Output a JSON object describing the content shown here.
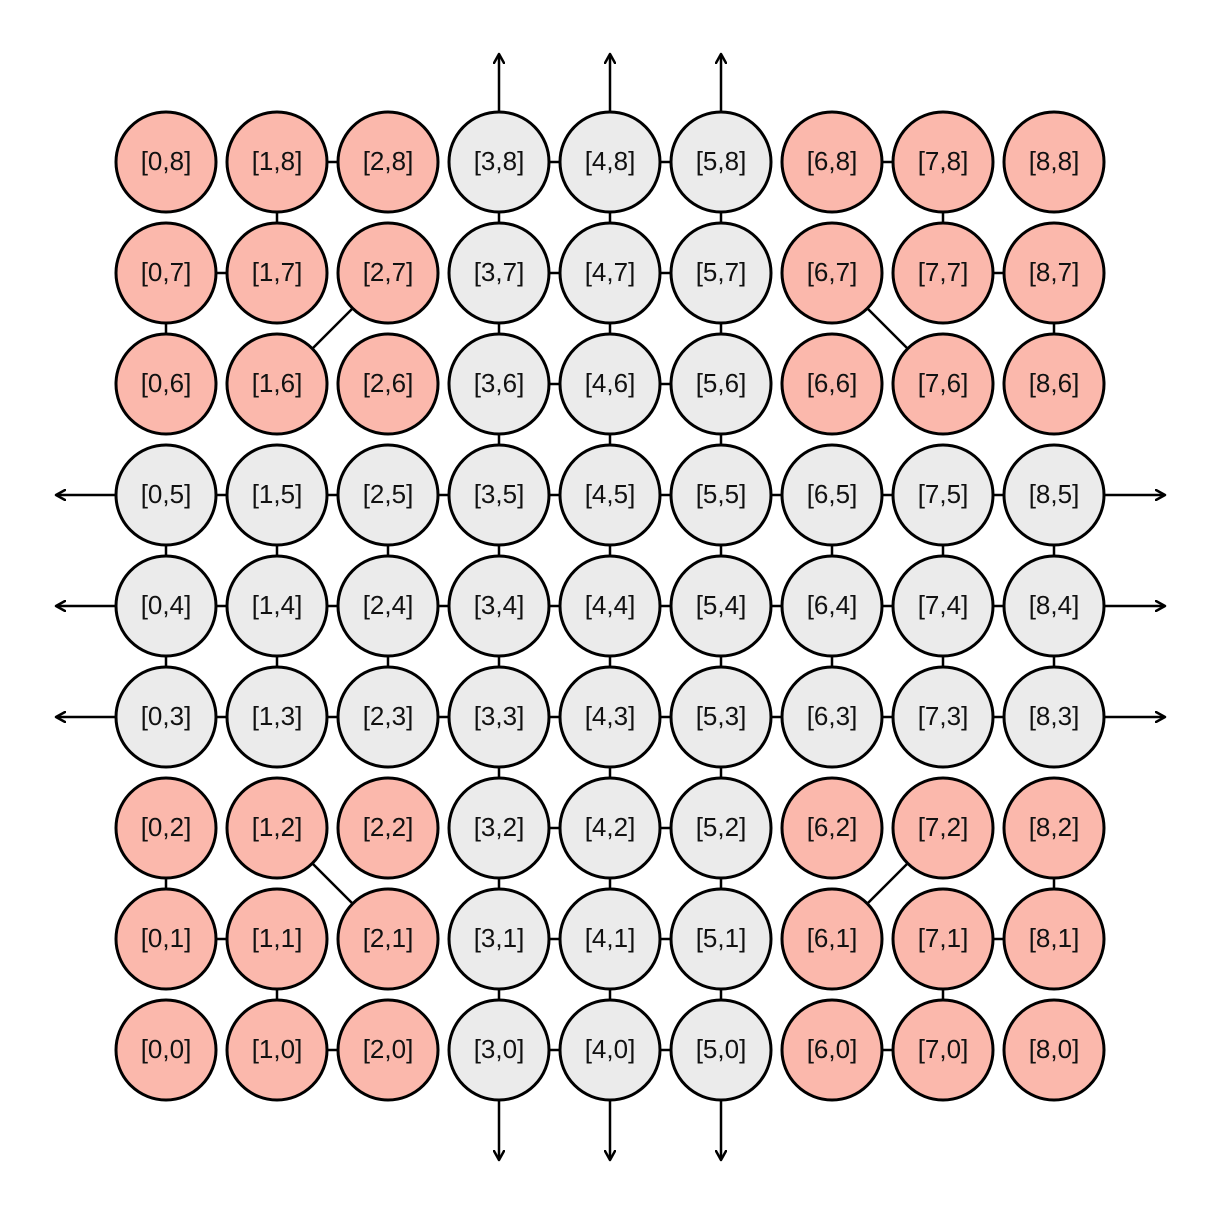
{
  "colors": {
    "corner_fill": "#fbb8ac",
    "center_fill": "#ebebeb",
    "stroke": "#000000",
    "background": "#ffffff"
  },
  "grid": {
    "columns": 9,
    "rows": 9,
    "nodes": [
      {
        "label": "[0,8]",
        "col": 0,
        "row": 8,
        "region": "corner"
      },
      {
        "label": "[1,8]",
        "col": 1,
        "row": 8,
        "region": "corner"
      },
      {
        "label": "[2,8]",
        "col": 2,
        "row": 8,
        "region": "corner"
      },
      {
        "label": "[3,8]",
        "col": 3,
        "row": 8,
        "region": "center"
      },
      {
        "label": "[4,8]",
        "col": 4,
        "row": 8,
        "region": "center"
      },
      {
        "label": "[5,8]",
        "col": 5,
        "row": 8,
        "region": "center"
      },
      {
        "label": "[6,8]",
        "col": 6,
        "row": 8,
        "region": "corner"
      },
      {
        "label": "[7,8]",
        "col": 7,
        "row": 8,
        "region": "corner"
      },
      {
        "label": "[8,8]",
        "col": 8,
        "row": 8,
        "region": "corner"
      },
      {
        "label": "[0,7]",
        "col": 0,
        "row": 7,
        "region": "corner"
      },
      {
        "label": "[1,7]",
        "col": 1,
        "row": 7,
        "region": "corner"
      },
      {
        "label": "[2,7]",
        "col": 2,
        "row": 7,
        "region": "corner"
      },
      {
        "label": "[3,7]",
        "col": 3,
        "row": 7,
        "region": "center"
      },
      {
        "label": "[4,7]",
        "col": 4,
        "row": 7,
        "region": "center"
      },
      {
        "label": "[5,7]",
        "col": 5,
        "row": 7,
        "region": "center"
      },
      {
        "label": "[6,7]",
        "col": 6,
        "row": 7,
        "region": "corner"
      },
      {
        "label": "[7,7]",
        "col": 7,
        "row": 7,
        "region": "corner"
      },
      {
        "label": "[8,7]",
        "col": 8,
        "row": 7,
        "region": "corner"
      },
      {
        "label": "[0,6]",
        "col": 0,
        "row": 6,
        "region": "corner"
      },
      {
        "label": "[1,6]",
        "col": 1,
        "row": 6,
        "region": "corner"
      },
      {
        "label": "[2,6]",
        "col": 2,
        "row": 6,
        "region": "corner"
      },
      {
        "label": "[3,6]",
        "col": 3,
        "row": 6,
        "region": "center"
      },
      {
        "label": "[4,6]",
        "col": 4,
        "row": 6,
        "region": "center"
      },
      {
        "label": "[5,6]",
        "col": 5,
        "row": 6,
        "region": "center"
      },
      {
        "label": "[6,6]",
        "col": 6,
        "row": 6,
        "region": "corner"
      },
      {
        "label": "[7,6]",
        "col": 7,
        "row": 6,
        "region": "corner"
      },
      {
        "label": "[8,6]",
        "col": 8,
        "row": 6,
        "region": "corner"
      },
      {
        "label": "[0,5]",
        "col": 0,
        "row": 5,
        "region": "center"
      },
      {
        "label": "[1,5]",
        "col": 1,
        "row": 5,
        "region": "center"
      },
      {
        "label": "[2,5]",
        "col": 2,
        "row": 5,
        "region": "center"
      },
      {
        "label": "[3,5]",
        "col": 3,
        "row": 5,
        "region": "center"
      },
      {
        "label": "[4,5]",
        "col": 4,
        "row": 5,
        "region": "center"
      },
      {
        "label": "[5,5]",
        "col": 5,
        "row": 5,
        "region": "center"
      },
      {
        "label": "[6,5]",
        "col": 6,
        "row": 5,
        "region": "center"
      },
      {
        "label": "[7,5]",
        "col": 7,
        "row": 5,
        "region": "center"
      },
      {
        "label": "[8,5]",
        "col": 8,
        "row": 5,
        "region": "center"
      },
      {
        "label": "[0,4]",
        "col": 0,
        "row": 4,
        "region": "center"
      },
      {
        "label": "[1,4]",
        "col": 1,
        "row": 4,
        "region": "center"
      },
      {
        "label": "[2,4]",
        "col": 2,
        "row": 4,
        "region": "center"
      },
      {
        "label": "[3,4]",
        "col": 3,
        "row": 4,
        "region": "center"
      },
      {
        "label": "[4,4]",
        "col": 4,
        "row": 4,
        "region": "center"
      },
      {
        "label": "[5,4]",
        "col": 5,
        "row": 4,
        "region": "center"
      },
      {
        "label": "[6,4]",
        "col": 6,
        "row": 4,
        "region": "center"
      },
      {
        "label": "[7,4]",
        "col": 7,
        "row": 4,
        "region": "center"
      },
      {
        "label": "[8,4]",
        "col": 8,
        "row": 4,
        "region": "center"
      },
      {
        "label": "[0,3]",
        "col": 0,
        "row": 3,
        "region": "center"
      },
      {
        "label": "[1,3]",
        "col": 1,
        "row": 3,
        "region": "center"
      },
      {
        "label": "[2,3]",
        "col": 2,
        "row": 3,
        "region": "center"
      },
      {
        "label": "[3,3]",
        "col": 3,
        "row": 3,
        "region": "center"
      },
      {
        "label": "[4,3]",
        "col": 4,
        "row": 3,
        "region": "center"
      },
      {
        "label": "[5,3]",
        "col": 5,
        "row": 3,
        "region": "center"
      },
      {
        "label": "[6,3]",
        "col": 6,
        "row": 3,
        "region": "center"
      },
      {
        "label": "[7,3]",
        "col": 7,
        "row": 3,
        "region": "center"
      },
      {
        "label": "[8,3]",
        "col": 8,
        "row": 3,
        "region": "center"
      },
      {
        "label": "[0,2]",
        "col": 0,
        "row": 2,
        "region": "corner"
      },
      {
        "label": "[1,2]",
        "col": 1,
        "row": 2,
        "region": "corner"
      },
      {
        "label": "[2,2]",
        "col": 2,
        "row": 2,
        "region": "corner"
      },
      {
        "label": "[3,2]",
        "col": 3,
        "row": 2,
        "region": "center"
      },
      {
        "label": "[4,2]",
        "col": 4,
        "row": 2,
        "region": "center"
      },
      {
        "label": "[5,2]",
        "col": 5,
        "row": 2,
        "region": "center"
      },
      {
        "label": "[6,2]",
        "col": 6,
        "row": 2,
        "region": "corner"
      },
      {
        "label": "[7,2]",
        "col": 7,
        "row": 2,
        "region": "corner"
      },
      {
        "label": "[8,2]",
        "col": 8,
        "row": 2,
        "region": "corner"
      },
      {
        "label": "[0,1]",
        "col": 0,
        "row": 1,
        "region": "corner"
      },
      {
        "label": "[1,1]",
        "col": 1,
        "row": 1,
        "region": "corner"
      },
      {
        "label": "[2,1]",
        "col": 2,
        "row": 1,
        "region": "corner"
      },
      {
        "label": "[3,1]",
        "col": 3,
        "row": 1,
        "region": "center"
      },
      {
        "label": "[4,1]",
        "col": 4,
        "row": 1,
        "region": "center"
      },
      {
        "label": "[5,1]",
        "col": 5,
        "row": 1,
        "region": "center"
      },
      {
        "label": "[6,1]",
        "col": 6,
        "row": 1,
        "region": "corner"
      },
      {
        "label": "[7,1]",
        "col": 7,
        "row": 1,
        "region": "corner"
      },
      {
        "label": "[8,1]",
        "col": 8,
        "row": 1,
        "region": "corner"
      },
      {
        "label": "[0,0]",
        "col": 0,
        "row": 0,
        "region": "corner"
      },
      {
        "label": "[1,0]",
        "col": 1,
        "row": 0,
        "region": "corner"
      },
      {
        "label": "[2,0]",
        "col": 2,
        "row": 0,
        "region": "corner"
      },
      {
        "label": "[3,0]",
        "col": 3,
        "row": 0,
        "region": "center"
      },
      {
        "label": "[4,0]",
        "col": 4,
        "row": 0,
        "region": "center"
      },
      {
        "label": "[5,0]",
        "col": 5,
        "row": 0,
        "region": "center"
      },
      {
        "label": "[6,0]",
        "col": 6,
        "row": 0,
        "region": "corner"
      },
      {
        "label": "[7,0]",
        "col": 7,
        "row": 0,
        "region": "corner"
      },
      {
        "label": "[8,0]",
        "col": 8,
        "row": 0,
        "region": "corner"
      }
    ],
    "diagonal_edges": [
      {
        "from": [
          1,
          8
        ],
        "to": [
          2,
          8
        ]
      },
      {
        "from": [
          1,
          8
        ],
        "to": [
          1,
          7
        ]
      },
      {
        "from": [
          0,
          7
        ],
        "to": [
          1,
          7
        ]
      },
      {
        "from": [
          0,
          7
        ],
        "to": [
          0,
          6
        ]
      },
      {
        "from": [
          2,
          7
        ],
        "to": [
          1,
          6
        ]
      },
      {
        "from": [
          6,
          8
        ],
        "to": [
          7,
          8
        ]
      },
      {
        "from": [
          7,
          8
        ],
        "to": [
          7,
          7
        ]
      },
      {
        "from": [
          7,
          7
        ],
        "to": [
          8,
          7
        ]
      },
      {
        "from": [
          8,
          7
        ],
        "to": [
          8,
          6
        ]
      },
      {
        "from": [
          6,
          7
        ],
        "to": [
          7,
          6
        ]
      },
      {
        "from": [
          0,
          2
        ],
        "to": [
          0,
          1
        ]
      },
      {
        "from": [
          0,
          1
        ],
        "to": [
          1,
          1
        ]
      },
      {
        "from": [
          1,
          1
        ],
        "to": [
          1,
          0
        ]
      },
      {
        "from": [
          1,
          0
        ],
        "to": [
          2,
          0
        ]
      },
      {
        "from": [
          1,
          2
        ],
        "to": [
          2,
          1
        ]
      },
      {
        "from": [
          7,
          2
        ],
        "to": [
          6,
          1
        ]
      },
      {
        "from": [
          8,
          2
        ],
        "to": [
          8,
          1
        ]
      },
      {
        "from": [
          7,
          1
        ],
        "to": [
          8,
          1
        ]
      },
      {
        "from": [
          7,
          1
        ],
        "to": [
          7,
          0
        ]
      },
      {
        "from": [
          6,
          0
        ],
        "to": [
          7,
          0
        ]
      }
    ],
    "open_boundaries": {
      "top": [
        3,
        4,
        5
      ],
      "bottom": [
        3,
        4,
        5
      ],
      "left": [
        3,
        4,
        5
      ],
      "right": [
        3,
        4,
        5
      ]
    }
  }
}
